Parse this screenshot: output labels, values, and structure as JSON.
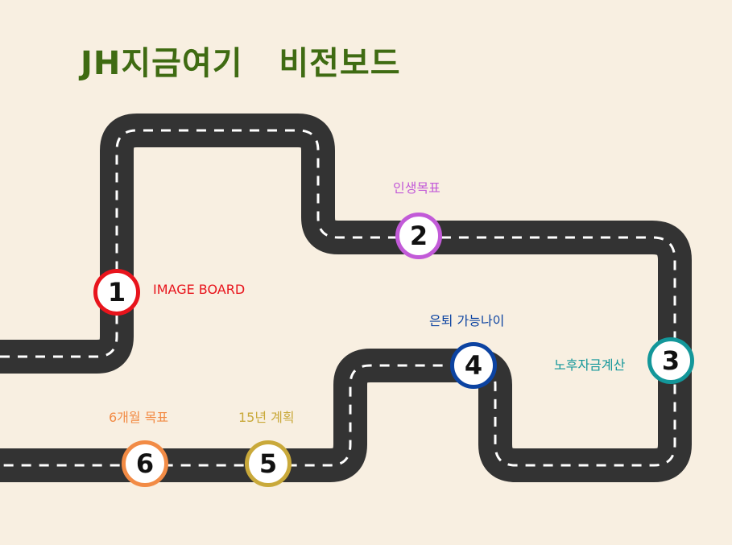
{
  "title": "JH지금여기   비전보드",
  "stations": [
    {
      "number": "1",
      "label": "IMAGE BOARD",
      "color": "#e8141c"
    },
    {
      "number": "2",
      "label": "인생목표",
      "color": "#c25ad8"
    },
    {
      "number": "3",
      "label": "노후자금계산",
      "color": "#13979a"
    },
    {
      "number": "4",
      "label": "은퇴 가능나이",
      "color": "#0c43a1"
    },
    {
      "number": "5",
      "label": "15년 계획",
      "color": "#c9a93a"
    },
    {
      "number": "6",
      "label": "6개월 목표",
      "color": "#f28b45"
    }
  ],
  "road_color": "#333333",
  "road_line_color": "#ffffff",
  "background_color": "#f8efe1"
}
